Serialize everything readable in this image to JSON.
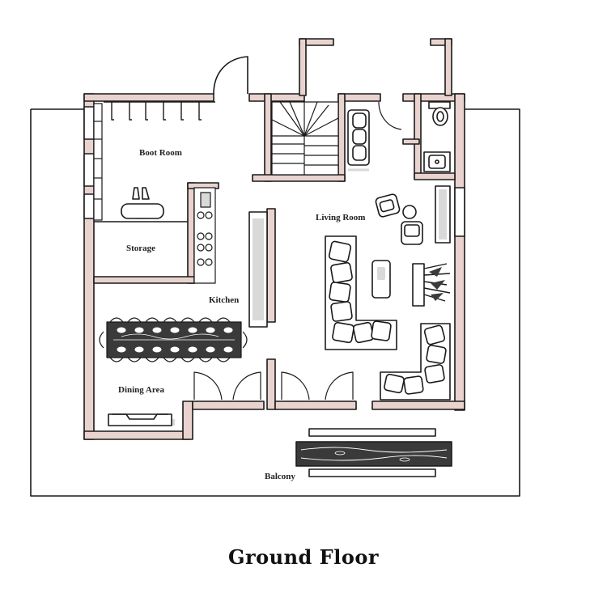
{
  "title": "Ground Floor",
  "rooms": {
    "boot_room": "Boot Room",
    "storage": "Storage",
    "living_room": "Living Room",
    "kitchen": "Kitchen",
    "dining_area": "Dining Area",
    "balcony": "Balcony"
  },
  "colors": {
    "wall_fill": "#e9d3cf",
    "outline": "#1a1a1a",
    "shadow": "#d9d9d9",
    "wood": "#3a3a3a"
  }
}
